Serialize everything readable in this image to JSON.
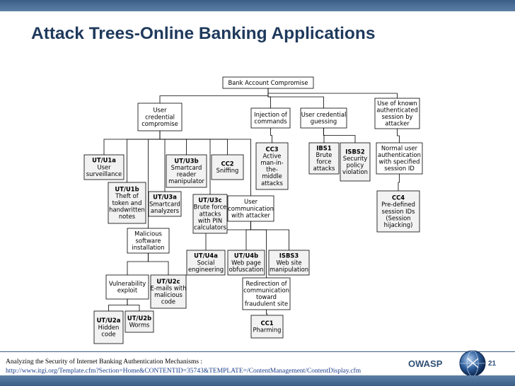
{
  "slide": {
    "title": "Attack Trees-Online Banking Applications",
    "source_line1": "Analyzing the Security of Internet Banking Authentication Mechanisms :",
    "source_line2": "http://www.itgi.org/Template.cfm?Section=Home&CONTENTID=35743&TEMPLATE=/ContentManagement/ContentDisplay.cfm",
    "brand": "OWASP",
    "page_number": "21",
    "logo_icon": "owasp-globe-logo"
  },
  "colors": {
    "leaf_fill": "#f2f2f2",
    "node_fill": "#ffffff",
    "line": "#000000",
    "title": "#1f3a5c"
  },
  "nodes": [
    {
      "id": "bank-account-compromise",
      "code": "",
      "lines": [
        "Bank Account Compromise"
      ],
      "leaf": false
    },
    {
      "id": "user-credential-compromise",
      "code": "",
      "lines": [
        "User",
        "credential",
        "compromise"
      ],
      "leaf": false
    },
    {
      "id": "injection-of-commands",
      "code": "",
      "lines": [
        "Injection of",
        "commands"
      ],
      "leaf": false
    },
    {
      "id": "user-credential-guessing",
      "code": "",
      "lines": [
        "User credential",
        "guessing"
      ],
      "leaf": false
    },
    {
      "id": "use-of-known-session",
      "code": "",
      "lines": [
        "Use of known",
        "authenticated",
        "session by",
        "attacker"
      ],
      "leaf": false
    },
    {
      "id": "ut-u1a",
      "code": "UT/U1a",
      "lines": [
        "User",
        "surveillance"
      ],
      "leaf": true
    },
    {
      "id": "ut-u1b",
      "code": "UT/U1b",
      "lines": [
        "Theft of",
        "token and",
        "handwritten",
        "notes"
      ],
      "leaf": true
    },
    {
      "id": "ut-u3b",
      "code": "UT/U3b",
      "lines": [
        "Smartcard",
        "reader",
        "manipulator"
      ],
      "leaf": true
    },
    {
      "id": "cc2",
      "code": "CC2",
      "lines": [
        "Sniffing"
      ],
      "leaf": true
    },
    {
      "id": "ut-u3a",
      "code": "UT/U3a",
      "lines": [
        "Smartcard",
        "analyzers"
      ],
      "leaf": true
    },
    {
      "id": "ut-u3c",
      "code": "UT/U3c",
      "lines": [
        "Brute force",
        "attacks",
        "with PIN",
        "calculators"
      ],
      "leaf": true
    },
    {
      "id": "cc3",
      "code": "CC3",
      "lines": [
        "Active",
        "man-in-",
        "the-",
        "middle",
        "attacks"
      ],
      "leaf": true
    },
    {
      "id": "ibs1",
      "code": "IBS1",
      "lines": [
        "Brute",
        "force",
        "attacks"
      ],
      "leaf": true
    },
    {
      "id": "isbs2",
      "code": "ISBS2",
      "lines": [
        "Security",
        "policy",
        "violation"
      ],
      "leaf": true
    },
    {
      "id": "normal-user-authentication",
      "code": "",
      "lines": [
        "Normal user",
        "authentication",
        "with specified",
        "session ID"
      ],
      "leaf": false
    },
    {
      "id": "cc4",
      "code": "CC4",
      "lines": [
        "Pre-defined",
        "session IDs",
        "(Session",
        "hijacking)"
      ],
      "leaf": true
    },
    {
      "id": "user-communication-with-attacker",
      "code": "",
      "lines": [
        "User",
        "communication",
        "with attacker"
      ],
      "leaf": false
    },
    {
      "id": "malicious-software-installation",
      "code": "",
      "lines": [
        "Malicious",
        "software",
        "installation"
      ],
      "leaf": false
    },
    {
      "id": "ut-u4a",
      "code": "UT/U4a",
      "lines": [
        "Social",
        "engineering"
      ],
      "leaf": true
    },
    {
      "id": "ut-u4b",
      "code": "UT/U4b",
      "lines": [
        "Web page",
        "obfuscation"
      ],
      "leaf": true
    },
    {
      "id": "isbs3",
      "code": "ISBS3",
      "lines": [
        "Web site",
        "manipulation"
      ],
      "leaf": true
    },
    {
      "id": "vulnerability-exploit",
      "code": "",
      "lines": [
        "Vulnerability",
        "exploit"
      ],
      "leaf": false
    },
    {
      "id": "ut-u2c",
      "code": "UT/U2c",
      "lines": [
        "E-mails with",
        "malicious",
        "code"
      ],
      "leaf": true
    },
    {
      "id": "redirection-of-communication",
      "code": "",
      "lines": [
        "Redirection of",
        "communication",
        "toward",
        "fraudulent site"
      ],
      "leaf": false
    },
    {
      "id": "ut-u2a",
      "code": "UT/U2a",
      "lines": [
        "Hidden",
        "code"
      ],
      "leaf": true
    },
    {
      "id": "ut-u2b",
      "code": "UT/U2b",
      "lines": [
        "Worms"
      ],
      "leaf": true
    },
    {
      "id": "cc1",
      "code": "CC1",
      "lines": [
        "Pharming"
      ],
      "leaf": true
    }
  ],
  "edges": [
    [
      "bank-account-compromise",
      "user-credential-compromise"
    ],
    [
      "bank-account-compromise",
      "injection-of-commands"
    ],
    [
      "bank-account-compromise",
      "user-credential-guessing"
    ],
    [
      "bank-account-compromise",
      "use-of-known-session"
    ],
    [
      "user-credential-compromise",
      "ut-u1a"
    ],
    [
      "user-credential-compromise",
      "ut-u1b"
    ],
    [
      "user-credential-compromise",
      "malicious-software-installation"
    ],
    [
      "user-credential-compromise",
      "ut-u3a"
    ],
    [
      "user-credential-compromise",
      "ut-u3b"
    ],
    [
      "user-credential-compromise",
      "cc2"
    ],
    [
      "user-credential-compromise",
      "ut-u3c"
    ],
    [
      "user-credential-compromise",
      "user-communication-with-attacker"
    ],
    [
      "injection-of-commands",
      "cc3"
    ],
    [
      "user-credential-guessing",
      "ibs1"
    ],
    [
      "user-credential-guessing",
      "isbs2"
    ],
    [
      "use-of-known-session",
      "normal-user-authentication"
    ],
    [
      "normal-user-authentication",
      "cc4"
    ],
    [
      "user-communication-with-attacker",
      "ut-u4a"
    ],
    [
      "user-communication-with-attacker",
      "ut-u4b"
    ],
    [
      "user-communication-with-attacker",
      "isbs3"
    ],
    [
      "user-communication-with-attacker",
      "redirection-of-communication"
    ],
    [
      "malicious-software-installation",
      "vulnerability-exploit"
    ],
    [
      "malicious-software-installation",
      "ut-u2c"
    ],
    [
      "vulnerability-exploit",
      "ut-u2a"
    ],
    [
      "vulnerability-exploit",
      "ut-u2b"
    ],
    [
      "redirection-of-communication",
      "cc1"
    ]
  ]
}
